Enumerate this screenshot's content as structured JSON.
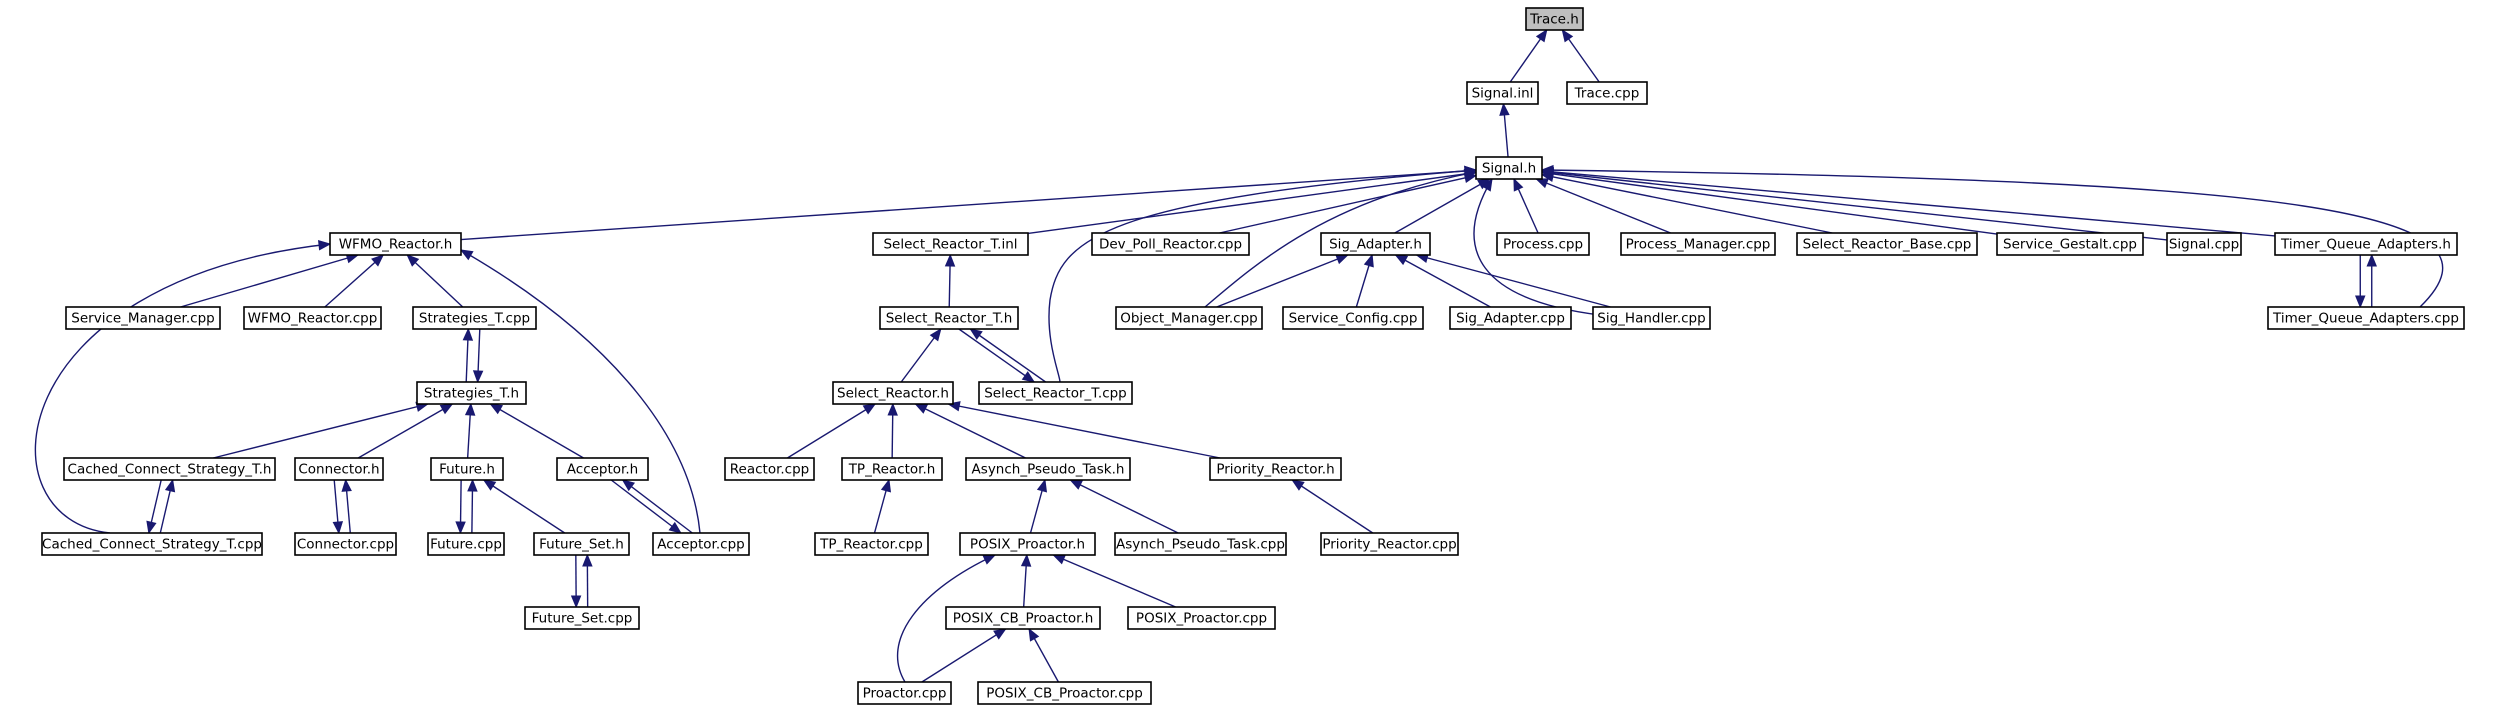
{
  "diagram": {
    "title": "",
    "colors": {
      "edge": "#191970",
      "node_border": "#000000",
      "root_fill": "#bfbfbf",
      "node_fill": "#ffffff"
    },
    "nodes": [
      {
        "id": "trace_h",
        "label": "Trace.h",
        "root": true
      },
      {
        "id": "signal_inl",
        "label": "Signal.inl"
      },
      {
        "id": "trace_cpp",
        "label": "Trace.cpp"
      },
      {
        "id": "signal_h",
        "label": "Signal.h"
      },
      {
        "id": "wfmo_reactor_h",
        "label": "WFMO_Reactor.h"
      },
      {
        "id": "select_reactor_t_inl",
        "label": "Select_Reactor_T.inl"
      },
      {
        "id": "dev_poll_reactor_cpp",
        "label": "Dev_Poll_Reactor.cpp"
      },
      {
        "id": "sig_adapter_h",
        "label": "Sig_Adapter.h"
      },
      {
        "id": "process_cpp",
        "label": "Process.cpp"
      },
      {
        "id": "process_manager_cpp",
        "label": "Process_Manager.cpp"
      },
      {
        "id": "select_reactor_base_cpp",
        "label": "Select_Reactor_Base.cpp"
      },
      {
        "id": "service_gestalt_cpp",
        "label": "Service_Gestalt.cpp"
      },
      {
        "id": "signal_cpp",
        "label": "Signal.cpp"
      },
      {
        "id": "timer_queue_adapters_h",
        "label": "Timer_Queue_Adapters.h"
      },
      {
        "id": "service_manager_cpp",
        "label": "Service_Manager.cpp"
      },
      {
        "id": "wfmo_reactor_cpp",
        "label": "WFMO_Reactor.cpp"
      },
      {
        "id": "strategies_t_cpp",
        "label": "Strategies_T.cpp"
      },
      {
        "id": "select_reactor_t_h",
        "label": "Select_Reactor_T.h"
      },
      {
        "id": "object_manager_cpp",
        "label": "Object_Manager.cpp"
      },
      {
        "id": "service_config_cpp",
        "label": "Service_Config.cpp"
      },
      {
        "id": "sig_adapter_cpp",
        "label": "Sig_Adapter.cpp"
      },
      {
        "id": "sig_handler_cpp",
        "label": "Sig_Handler.cpp"
      },
      {
        "id": "timer_queue_adapters_cpp",
        "label": "Timer_Queue_Adapters.cpp"
      },
      {
        "id": "strategies_t_h",
        "label": "Strategies_T.h"
      },
      {
        "id": "select_reactor_h",
        "label": "Select_Reactor.h"
      },
      {
        "id": "select_reactor_t_cpp",
        "label": "Select_Reactor_T.cpp"
      },
      {
        "id": "cached_connect_strategy_t_h",
        "label": "Cached_Connect_Strategy_T.h"
      },
      {
        "id": "connector_h",
        "label": "Connector.h"
      },
      {
        "id": "future_h",
        "label": "Future.h"
      },
      {
        "id": "acceptor_h",
        "label": "Acceptor.h"
      },
      {
        "id": "reactor_cpp",
        "label": "Reactor.cpp"
      },
      {
        "id": "tp_reactor_h",
        "label": "TP_Reactor.h"
      },
      {
        "id": "asynch_pseudo_task_h",
        "label": "Asynch_Pseudo_Task.h"
      },
      {
        "id": "priority_reactor_h",
        "label": "Priority_Reactor.h"
      },
      {
        "id": "cached_connect_strategy_t_cpp",
        "label": "Cached_Connect_Strategy_T.cpp"
      },
      {
        "id": "connector_cpp",
        "label": "Connector.cpp"
      },
      {
        "id": "future_cpp",
        "label": "Future.cpp"
      },
      {
        "id": "future_set_h",
        "label": "Future_Set.h"
      },
      {
        "id": "acceptor_cpp",
        "label": "Acceptor.cpp"
      },
      {
        "id": "tp_reactor_cpp",
        "label": "TP_Reactor.cpp"
      },
      {
        "id": "posix_proactor_h",
        "label": "POSIX_Proactor.h"
      },
      {
        "id": "asynch_pseudo_task_cpp",
        "label": "Asynch_Pseudo_Task.cpp"
      },
      {
        "id": "priority_reactor_cpp",
        "label": "Priority_Reactor.cpp"
      },
      {
        "id": "future_set_cpp",
        "label": "Future_Set.cpp"
      },
      {
        "id": "posix_cb_proactor_h",
        "label": "POSIX_CB_Proactor.h"
      },
      {
        "id": "posix_proactor_cpp",
        "label": "POSIX_Proactor.cpp"
      },
      {
        "id": "proactor_cpp",
        "label": "Proactor.cpp"
      },
      {
        "id": "posix_cb_proactor_cpp",
        "label": "POSIX_CB_Proactor.cpp"
      }
    ],
    "edges": [
      [
        "trace_h",
        "signal_inl"
      ],
      [
        "trace_h",
        "trace_cpp"
      ],
      [
        "signal_inl",
        "signal_h"
      ],
      [
        "signal_h",
        "wfmo_reactor_h"
      ],
      [
        "signal_h",
        "select_reactor_t_inl"
      ],
      [
        "signal_h",
        "dev_poll_reactor_cpp"
      ],
      [
        "signal_h",
        "sig_adapter_h"
      ],
      [
        "signal_h",
        "process_cpp"
      ],
      [
        "signal_h",
        "process_manager_cpp"
      ],
      [
        "signal_h",
        "select_reactor_base_cpp"
      ],
      [
        "signal_h",
        "service_gestalt_cpp"
      ],
      [
        "signal_h",
        "signal_cpp"
      ],
      [
        "signal_h",
        "timer_queue_adapters_h"
      ],
      [
        "signal_h",
        "object_manager_cpp"
      ],
      [
        "signal_h",
        "sig_handler_cpp"
      ],
      [
        "signal_h",
        "select_reactor_t_cpp"
      ],
      [
        "signal_h",
        "timer_queue_adapters_cpp"
      ],
      [
        "wfmo_reactor_h",
        "service_manager_cpp"
      ],
      [
        "wfmo_reactor_h",
        "wfmo_reactor_cpp"
      ],
      [
        "wfmo_reactor_h",
        "strategies_t_cpp"
      ],
      [
        "wfmo_reactor_h",
        "cached_connect_strategy_t_cpp"
      ],
      [
        "wfmo_reactor_h",
        "acceptor_cpp"
      ],
      [
        "select_reactor_t_inl",
        "select_reactor_t_h"
      ],
      [
        "sig_adapter_h",
        "object_manager_cpp"
      ],
      [
        "sig_adapter_h",
        "service_config_cpp"
      ],
      [
        "sig_adapter_h",
        "sig_adapter_cpp"
      ],
      [
        "sig_adapter_h",
        "sig_handler_cpp"
      ],
      [
        "timer_queue_adapters_h",
        "timer_queue_adapters_cpp"
      ],
      [
        "strategies_t_cpp",
        "strategies_t_h"
      ],
      [
        "select_reactor_t_h",
        "select_reactor_h"
      ],
      [
        "select_reactor_t_h",
        "select_reactor_t_cpp"
      ],
      [
        "timer_queue_adapters_cpp",
        "timer_queue_adapters_h"
      ],
      [
        "strategies_t_h",
        "strategies_t_cpp"
      ],
      [
        "strategies_t_h",
        "cached_connect_strategy_t_h"
      ],
      [
        "strategies_t_h",
        "connector_h"
      ],
      [
        "strategies_t_h",
        "future_h"
      ],
      [
        "strategies_t_h",
        "acceptor_h"
      ],
      [
        "select_reactor_h",
        "reactor_cpp"
      ],
      [
        "select_reactor_h",
        "tp_reactor_h"
      ],
      [
        "select_reactor_h",
        "asynch_pseudo_task_h"
      ],
      [
        "select_reactor_h",
        "priority_reactor_h"
      ],
      [
        "select_reactor_t_cpp",
        "select_reactor_t_h"
      ],
      [
        "cached_connect_strategy_t_h",
        "cached_connect_strategy_t_cpp"
      ],
      [
        "connector_h",
        "connector_cpp"
      ],
      [
        "future_h",
        "future_cpp"
      ],
      [
        "future_h",
        "future_set_h"
      ],
      [
        "acceptor_h",
        "acceptor_cpp"
      ],
      [
        "tp_reactor_h",
        "tp_reactor_cpp"
      ],
      [
        "asynch_pseudo_task_h",
        "posix_proactor_h"
      ],
      [
        "asynch_pseudo_task_h",
        "asynch_pseudo_task_cpp"
      ],
      [
        "priority_reactor_h",
        "priority_reactor_cpp"
      ],
      [
        "cached_connect_strategy_t_cpp",
        "cached_connect_strategy_t_h"
      ],
      [
        "connector_cpp",
        "connector_h"
      ],
      [
        "future_cpp",
        "future_h"
      ],
      [
        "future_set_h",
        "future_set_cpp"
      ],
      [
        "acceptor_cpp",
        "acceptor_h"
      ],
      [
        "posix_proactor_h",
        "posix_cb_proactor_h"
      ],
      [
        "posix_proactor_h",
        "posix_proactor_cpp"
      ],
      [
        "posix_proactor_h",
        "proactor_cpp"
      ],
      [
        "future_set_cpp",
        "future_set_h"
      ],
      [
        "posix_cb_proactor_h",
        "proactor_cpp"
      ],
      [
        "posix_cb_proactor_h",
        "posix_cb_proactor_cpp"
      ]
    ]
  }
}
